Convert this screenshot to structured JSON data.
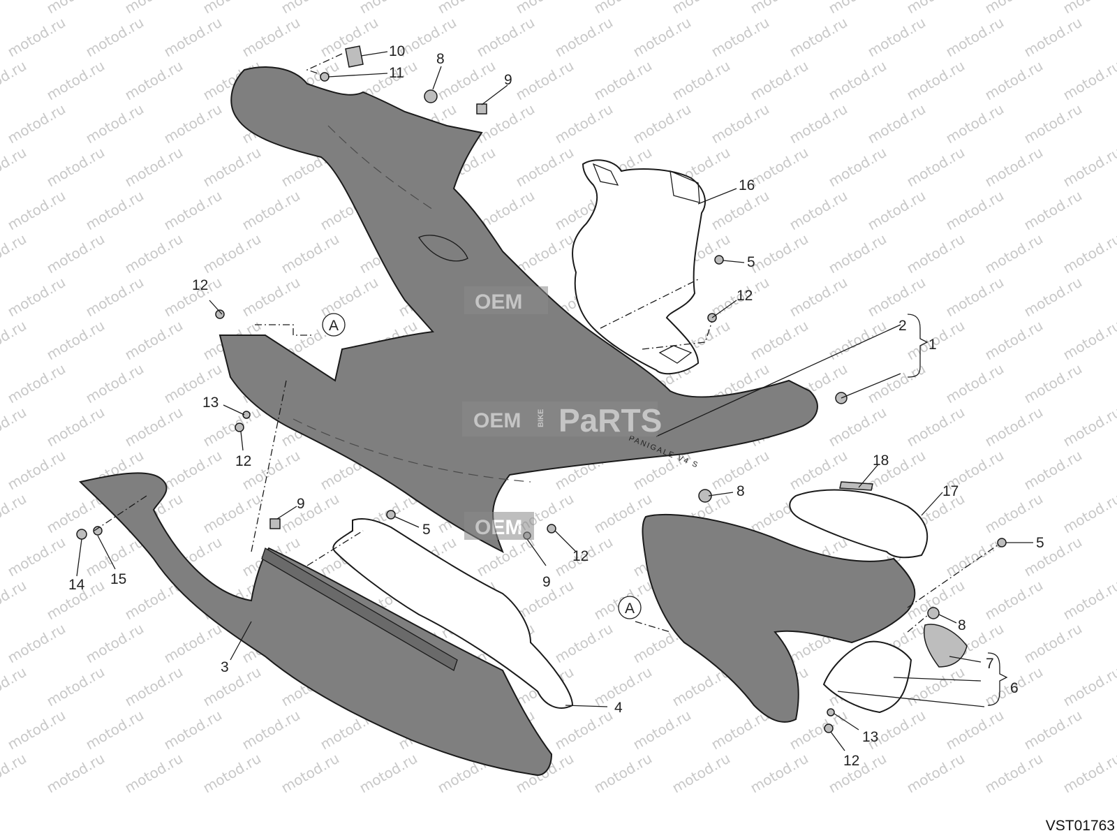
{
  "diagram": {
    "drawing_code": "VST01763",
    "watermark_text": "motod.ru",
    "brand": {
      "oem": "OEM",
      "bike": "BIKE",
      "parts": "PaRTS"
    },
    "reference_letter": "A",
    "callouts": [
      "10",
      "11",
      "8",
      "9",
      "16",
      "5",
      "12",
      "2",
      "1",
      "12",
      "13",
      "12",
      "9",
      "5",
      "9",
      "12",
      "14",
      "15",
      "3",
      "4",
      "18",
      "8",
      "17",
      "5",
      "8",
      "7",
      "6",
      "13",
      "12"
    ]
  }
}
